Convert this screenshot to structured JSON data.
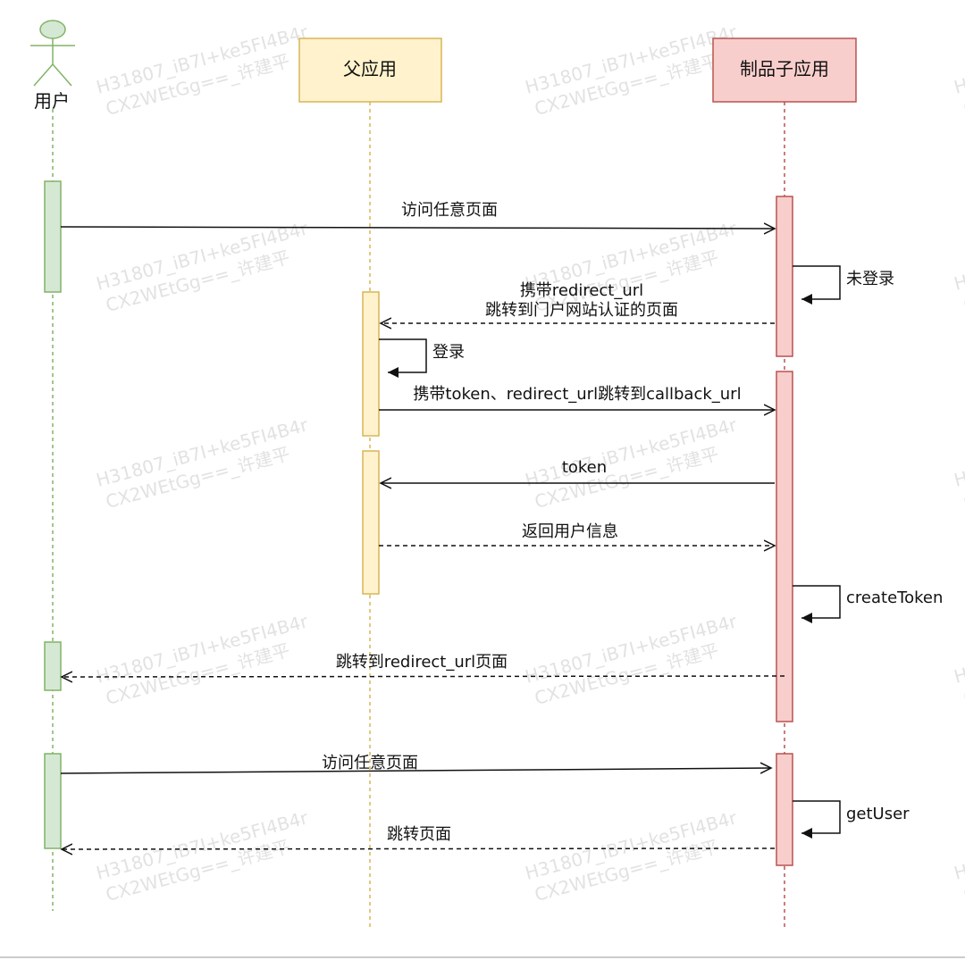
{
  "participants": {
    "user": {
      "label": "用户"
    },
    "parent": {
      "label": "父应用"
    },
    "child": {
      "label": "制品子应用"
    }
  },
  "messages": [
    {
      "lines": [
        "访问任意页面"
      ]
    },
    {
      "lines": [
        "未登录"
      ]
    },
    {
      "lines": [
        "携带redirect_url",
        "跳转到门户网站认证的页面"
      ]
    },
    {
      "lines": [
        "登录"
      ]
    },
    {
      "lines": [
        "携带token、redirect_url跳转到callback_url"
      ]
    },
    {
      "lines": [
        "token"
      ]
    },
    {
      "lines": [
        "返回用户信息"
      ]
    },
    {
      "lines": [
        "createToken"
      ]
    },
    {
      "lines": [
        "跳转到redirect_url页面"
      ]
    },
    {
      "lines": [
        "访问任意页面"
      ]
    },
    {
      "lines": [
        "getUser"
      ]
    },
    {
      "lines": [
        "跳转页面"
      ]
    }
  ],
  "watermark": {
    "line1": "H31807_iB7I+ke5FI4B4r",
    "line2": "CX2WEtGg==_许建平"
  },
  "colors": {
    "user_fill": "#d5e8d4",
    "user_stroke": "#82b366",
    "parent_fill": "#fff2cc",
    "parent_stroke": "#d6b656",
    "child_fill": "#f8cecc",
    "child_stroke": "#b85450",
    "line": "#111111"
  }
}
